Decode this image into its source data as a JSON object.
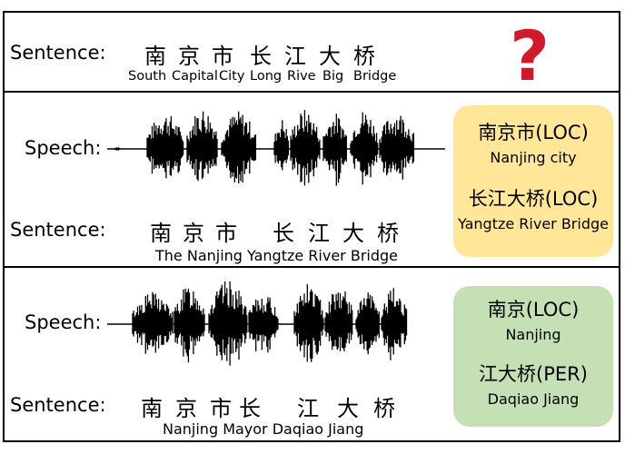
{
  "panel1": {
    "label": "Sentence:",
    "chinese": [
      "南",
      "京",
      "市",
      "长",
      "江",
      "大",
      "桥"
    ],
    "gloss": [
      "South",
      "Capital",
      "City",
      "Long",
      "Rive",
      "Big",
      "Bridge"
    ],
    "question_mark": "?"
  },
  "panel2": {
    "speech_label": "Speech:",
    "sentence_label": "Sentence:",
    "chinese": [
      "南",
      "京",
      "市",
      "长",
      "江",
      "大",
      "桥"
    ],
    "translation": "The Nanjing Yangtze River Bridge",
    "entities": [
      {
        "name": "南京市(LOC)",
        "gloss": "Nanjing city"
      },
      {
        "name": "长江大桥(LOC)",
        "gloss": "Yangtze River Bridge"
      }
    ]
  },
  "panel3": {
    "speech_label": "Speech:",
    "sentence_label": "Sentence:",
    "chinese": [
      "南",
      "京",
      "市",
      "长",
      "江",
      "大",
      "桥"
    ],
    "translation": "Nanjing Mayor Daqiao Jiang",
    "entities": [
      {
        "name": "南京(LOC)",
        "gloss": "Nanjing"
      },
      {
        "name": "江大桥(PER)",
        "gloss": "Daqiao Jiang"
      }
    ]
  },
  "colors": {
    "question": "#d0192c",
    "entity_box_1": "#ffe699",
    "entity_box_2": "#c5e0b4"
  }
}
